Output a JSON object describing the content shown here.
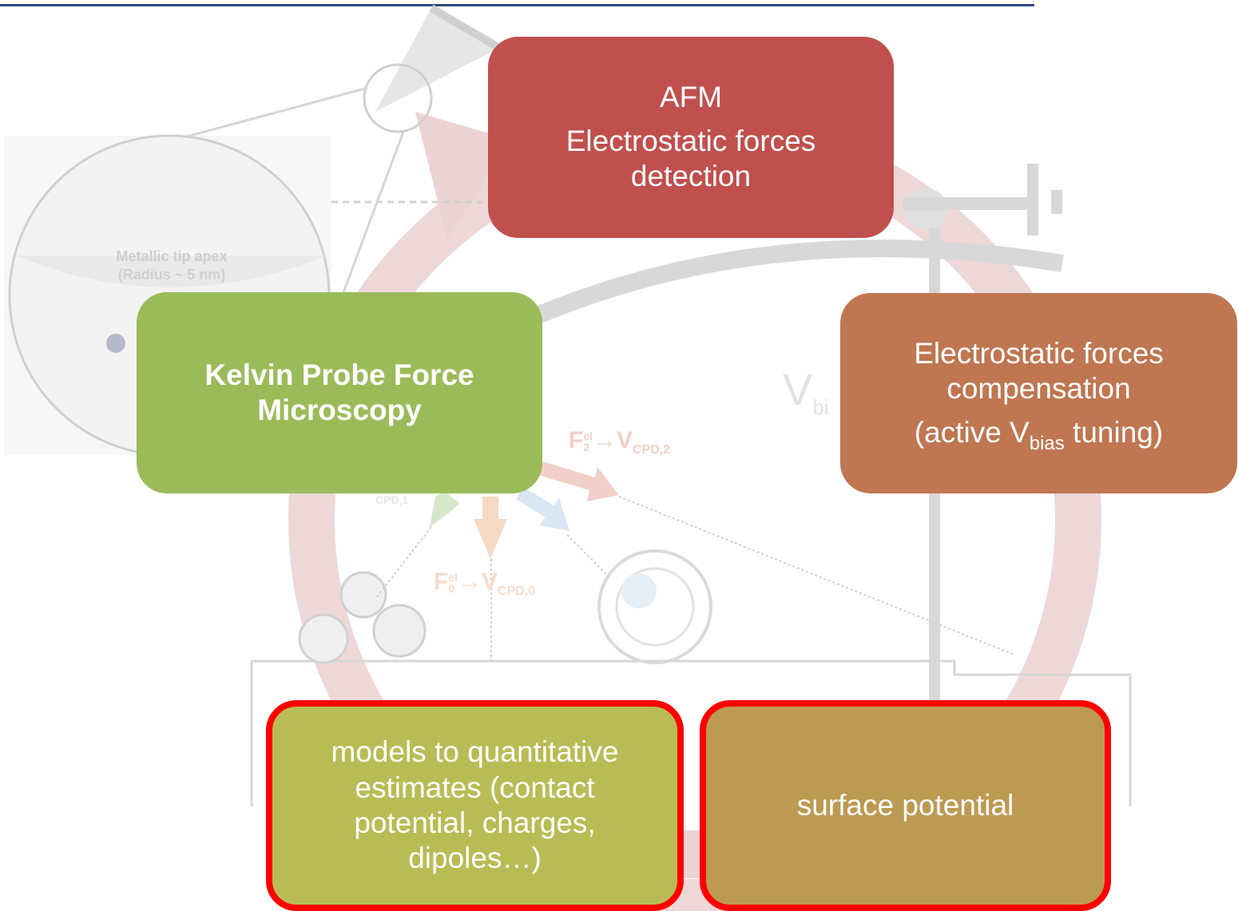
{
  "boxes": {
    "afm": {
      "line1": "AFM",
      "line2": "Electrostatic forces detection"
    },
    "kpfm": {
      "title": "Kelvin Probe Force Microscopy"
    },
    "compensation": {
      "line1": "Electrostatic forces compensation",
      "prefix": "(active V",
      "sub": "bias",
      "suffix": " tuning)"
    },
    "models": {
      "text": "models to quantitative estimates (contact potential, charges, dipoles…)"
    },
    "surface": {
      "text": "surface potential"
    }
  },
  "background": {
    "tip_label_1": "Metallic tip apex",
    "tip_label_2": "(Radius ~ 5 nm)",
    "vbias_partial": "V",
    "vbias_sub_partial": "bi",
    "cpd_sub_partial": "CPD,1",
    "f2_label": "F",
    "f2_sup": "el",
    "f2_sub": "2",
    "f2_arrow": "→V",
    "f2_target_sub": "CPD,2",
    "f0_label": "F",
    "f0_sup": "el",
    "f0_sub": "0",
    "f0_arrow": "→V",
    "f0_target_sub": "CPD,0"
  },
  "colors": {
    "afm": "#c0504d",
    "kpfm": "#9bbb59",
    "compensation": "#bf7651",
    "models": "#b9bc54",
    "surface": "#bd9a52",
    "highlight_border": "#ff0000",
    "cycle_arrow": "#e8c8c8",
    "top_rule": "#2e4a7d"
  }
}
